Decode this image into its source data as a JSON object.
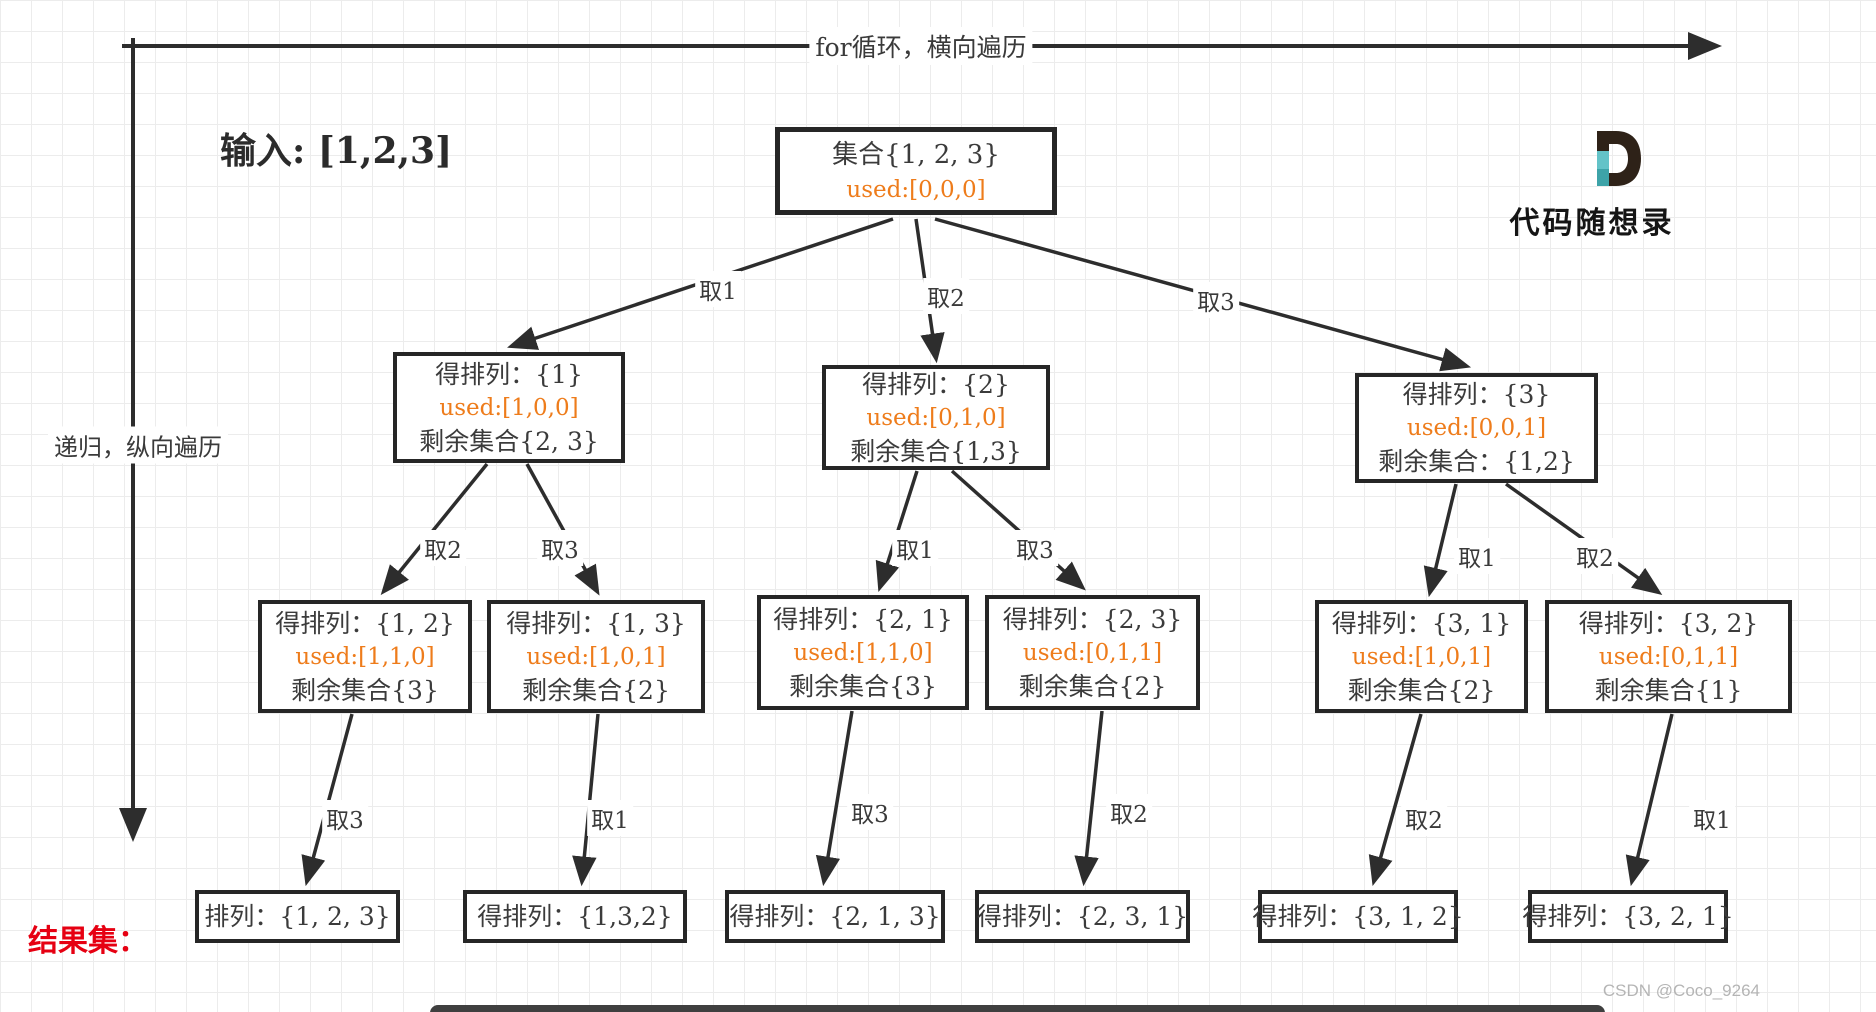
{
  "labels": {
    "top_axis": "for循环，横向遍历",
    "left_axis": "递归，纵向遍历",
    "input": "输入: [1,2,3]",
    "result_set": "结果集：",
    "logo_text": "代码随想录",
    "watermark": "CSDN @Coco_9264"
  },
  "tree": {
    "root": {
      "title": "集合{1, 2, 3}",
      "used": "used:[0,0,0]"
    },
    "level2": [
      {
        "title": "得排列：{1}",
        "used": "used:[1,0,0]",
        "remain": "剩余集合{2, 3}"
      },
      {
        "title": "得排列：{2}",
        "used": "used:[0,1,0]",
        "remain": "剩余集合{1,3}"
      },
      {
        "title": "得排列：{3}",
        "used": "used:[0,0,1]",
        "remain": "剩余集合：{1,2}"
      }
    ],
    "level3": [
      {
        "title": "得排列：{1, 2}",
        "used": "used:[1,1,0]",
        "remain": "剩余集合{3}"
      },
      {
        "title": "得排列：{1, 3}",
        "used": "used:[1,0,1]",
        "remain": "剩余集合{2}"
      },
      {
        "title": "得排列：{2, 1}",
        "used": "used:[1,1,0]",
        "remain": "剩余集合{3}"
      },
      {
        "title": "得排列：{2, 3}",
        "used": "used:[0,1,1]",
        "remain": "剩余集合{2}"
      },
      {
        "title": "得排列：{3, 1}",
        "used": "used:[1,0,1]",
        "remain": "剩余集合{2}"
      },
      {
        "title": "得排列：{3, 2}",
        "used": "used:[0,1,1]",
        "remain": "剩余集合{1}"
      }
    ],
    "results": [
      {
        "title": "排列：{1, 2, 3}"
      },
      {
        "title": "得排列：{1,3,2}"
      },
      {
        "title": "得排列：{2, 1, 3}"
      },
      {
        "title": "得排列：{2, 3, 1}"
      },
      {
        "title": "得排列：{3, 1, 2}"
      },
      {
        "title": "得排列：{3, 2, 1}"
      }
    ],
    "edge_labels": [
      "取1",
      "取2",
      "取3",
      "取2",
      "取3",
      "取1",
      "取3",
      "取1",
      "取2",
      "取3",
      "取1",
      "取3",
      "取2",
      "取2",
      "取1"
    ]
  },
  "colors": {
    "used_text": "#ee7c1b",
    "result_label": "#e60012",
    "logo_teal_light": "#63c3c8",
    "logo_teal_dark": "#3da3a8",
    "logo_dark": "#2e2218"
  }
}
